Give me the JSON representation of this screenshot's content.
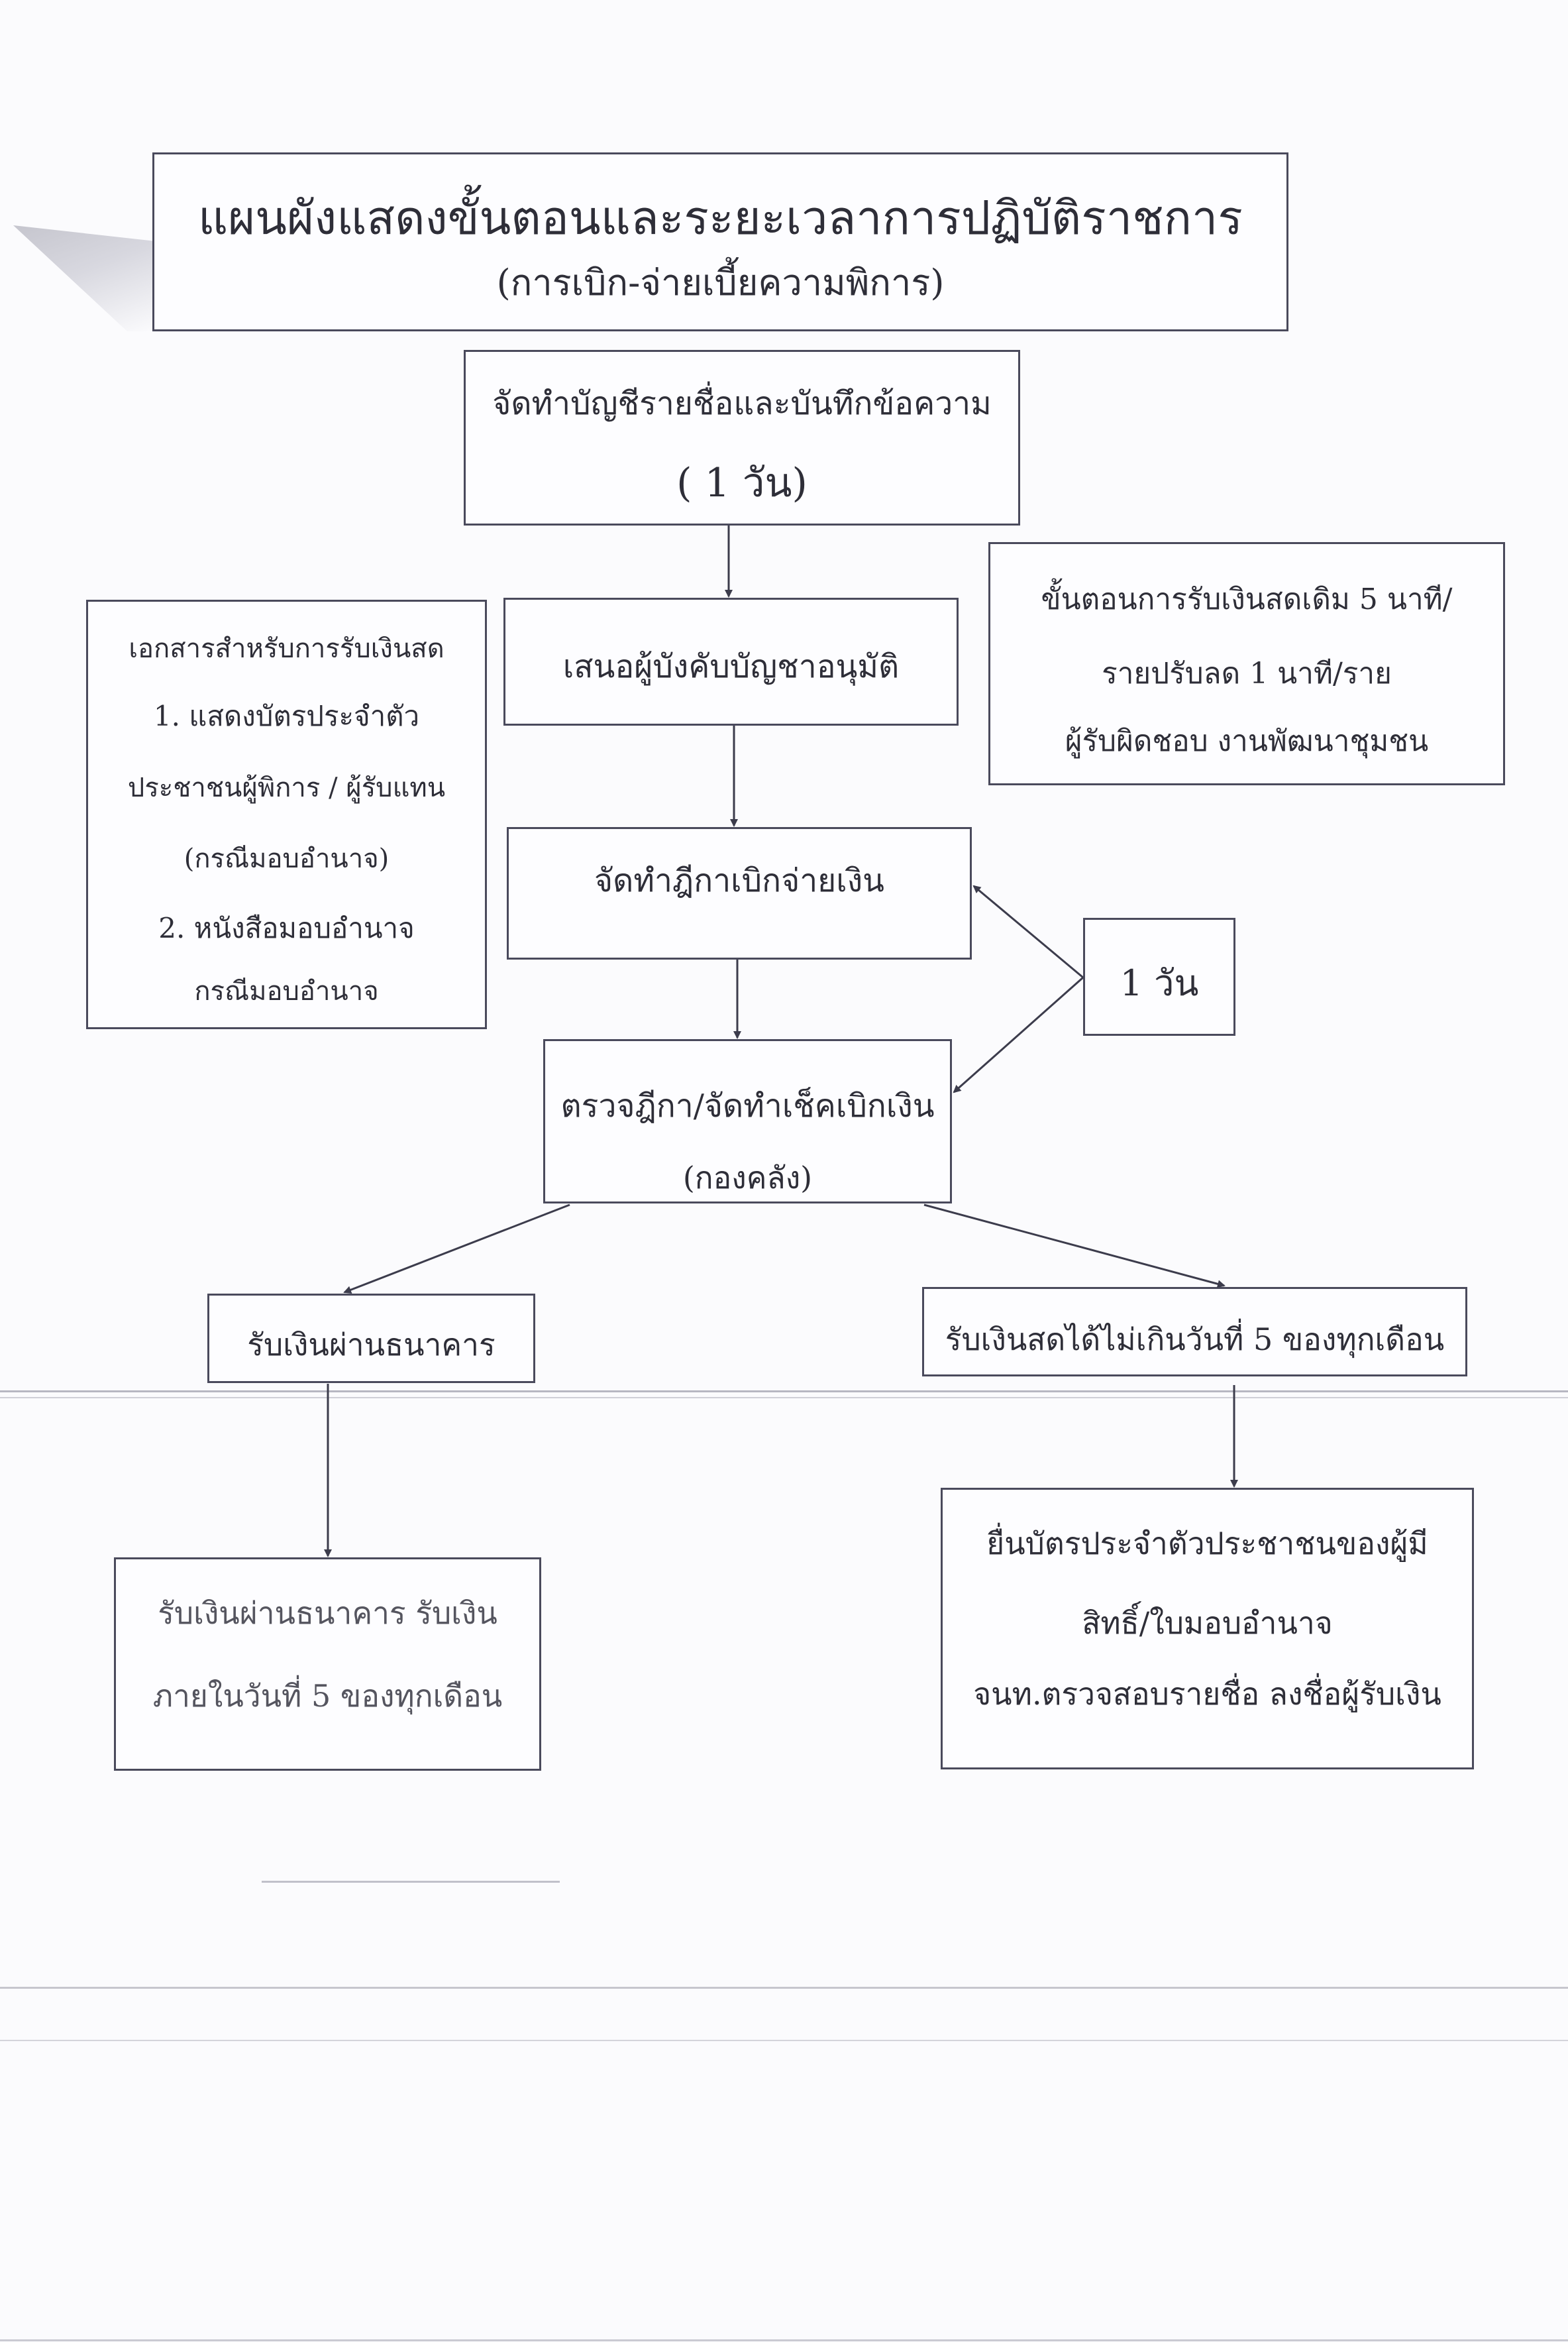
{
  "title": {
    "main": "แผนผังแสดงขั้นตอนและระยะเวลาการปฏิบัติราชการ",
    "sub": "(การเบิก-จ่ายเบี้ยความพิการ)"
  },
  "steps": {
    "s1": {
      "line1": "จัดทำบัญชีรายชื่อและบันทึกข้อความ",
      "line2": "( 1 วัน)"
    },
    "s2": {
      "line1": "เสนอผู้บังคับบัญชาอนุมัติ"
    },
    "s3": {
      "line1": "จัดทำฎีกาเบิกจ่ายเงิน"
    },
    "s4": {
      "line1": "ตรวจฎีกา/จัดทำเช็คเบิกเงิน",
      "line2": "(กองคลัง)"
    },
    "bank": {
      "line1": "รับเงินผ่านธนาคาร"
    },
    "cash": {
      "line1": "รับเงินสดได้ไม่เกินวันที่ 5 ของทุกเดือน"
    },
    "bank_detail": {
      "line1": "รับเงินผ่านธนาคาร รับเงิน",
      "line2": "ภายในวันที่ 5 ของทุกเดือน"
    },
    "cash_detail": {
      "line1": "ยื่นบัตรประจำตัวประชาชนของผู้มี",
      "line2": "สิทธิ์/ใบมอบอำนาจ",
      "line3": "จนท.ตรวจสอบรายชื่อ ลงชื่อผู้รับเงิน"
    }
  },
  "docs": {
    "heading": "เอกสารสำหรับการรับเงินสด",
    "item1_line1": "1. แสดงบัตรประจำตัว",
    "item1_line2": "ประชาชนผู้พิการ / ผู้รับแทน",
    "item1_line3": "(กรณีมอบอำนาจ)",
    "item2_line1": "2. หนังสือมอบอำนาจ",
    "item2_line2": "กรณีมอบอำนาจ"
  },
  "timing": {
    "line1": "ขั้นตอนการรับเงินสดเดิม 5 นาที/",
    "line2": "รายปรับลด 1 นาที/ราย",
    "line3": "ผู้รับผิดชอบ งานพัฒนาชุมชน"
  },
  "duration_note": "1 วัน"
}
